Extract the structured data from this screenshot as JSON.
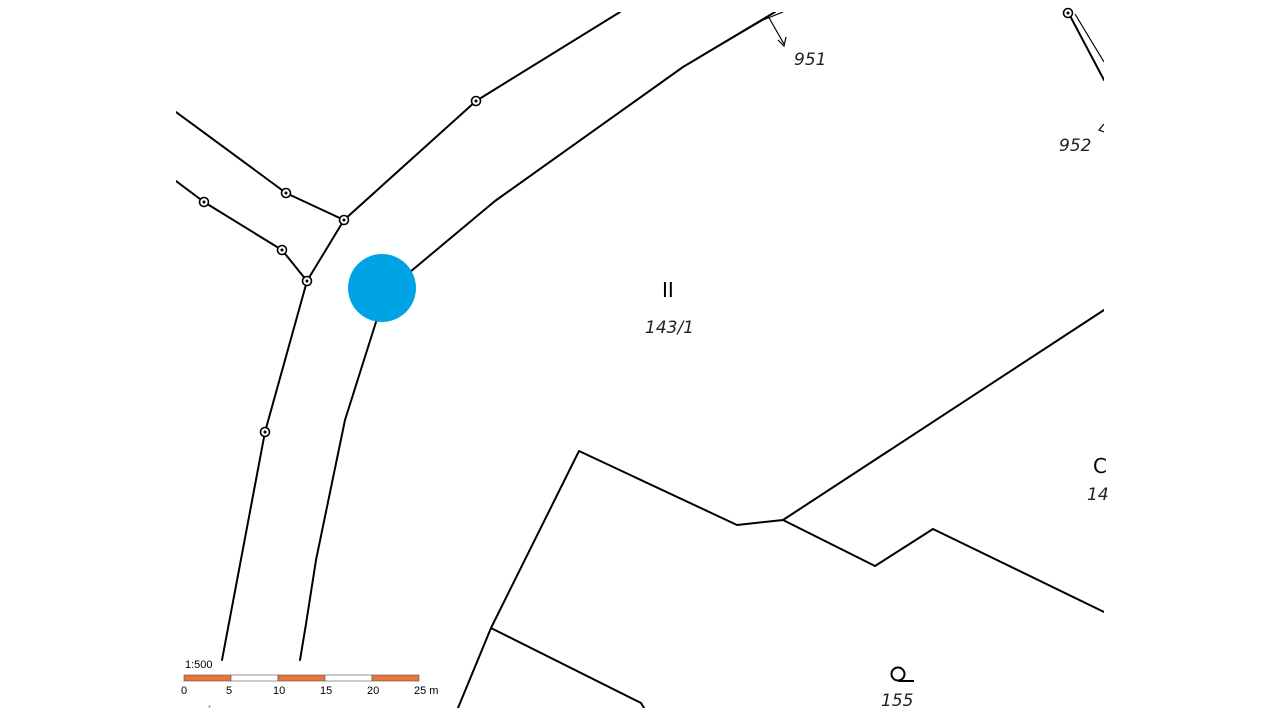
{
  "map": {
    "background": "#ffffff",
    "line_color": "#000000",
    "marker_color": "#00a3e6"
  },
  "parcels": {
    "p951": "951",
    "p952": "952",
    "p143_1": "143/1",
    "p14x": "14",
    "p155": "155"
  },
  "symbols": {
    "center": "II",
    "right": "C",
    "bottom": "Q"
  },
  "scale_bar": {
    "ratio": "1:500",
    "ticks": [
      "0",
      "5",
      "10",
      "15",
      "20",
      "25 m"
    ],
    "segment_colors": [
      "#e8743b",
      "#ffffff",
      "#e8743b",
      "#ffffff",
      "#e8743b"
    ]
  },
  "location_marker": {
    "name": "current-location-icon"
  }
}
